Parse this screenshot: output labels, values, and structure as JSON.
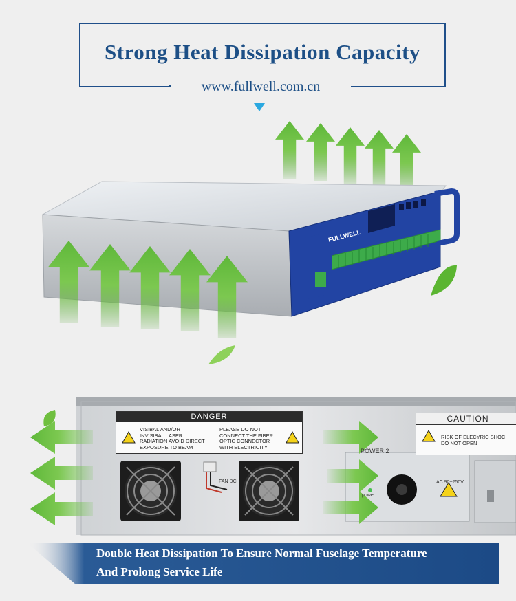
{
  "header": {
    "title": "Strong Heat Dissipation Capacity",
    "website": "www.fullwell.com.cn"
  },
  "device": {
    "brand_logo": "FULLWELL"
  },
  "back_panel": {
    "danger_label": {
      "heading": "DANGER",
      "left_text": [
        "VISIBAL AND/OR",
        "INVISIBAL LASER",
        "RADIATION AVOID DIRECT",
        "EXPOSURE TO BEAM"
      ],
      "right_text": [
        "PLEASE DO NOT",
        "CONNECT THE FIBER",
        "OPTIC CONNECTOR",
        "WITH ELECTRICITY"
      ]
    },
    "caution_label": {
      "heading": "CAUTION",
      "text": [
        "RISK OF ELECYRIC SHOC",
        "DO NOT OPEN"
      ]
    },
    "power_module_label": "POWER 2",
    "fan_connector_label": "FAN DC",
    "ac_input_label": "AC 90~250V",
    "power_led_label": "power"
  },
  "footer": {
    "line1": "Double Heat Dissipation To Ensure Normal Fuselage Temperature",
    "line2": "And Prolong Service Life"
  },
  "colors": {
    "brand_blue": "#1d4f86",
    "accent_cyan": "#2aa8e0",
    "arrow_green": "#6cc04a",
    "leaf_green": "#5bb531",
    "front_panel_blue": "#1f3f9a",
    "footer_band": "#1c4a86"
  },
  "icons": [
    "down-triangle-icon",
    "up-arrow-icon",
    "left-arrow-icon",
    "right-arrow-icon",
    "leaf-icon",
    "fan-icon",
    "laser-warning-icon",
    "electric-warning-icon"
  ]
}
